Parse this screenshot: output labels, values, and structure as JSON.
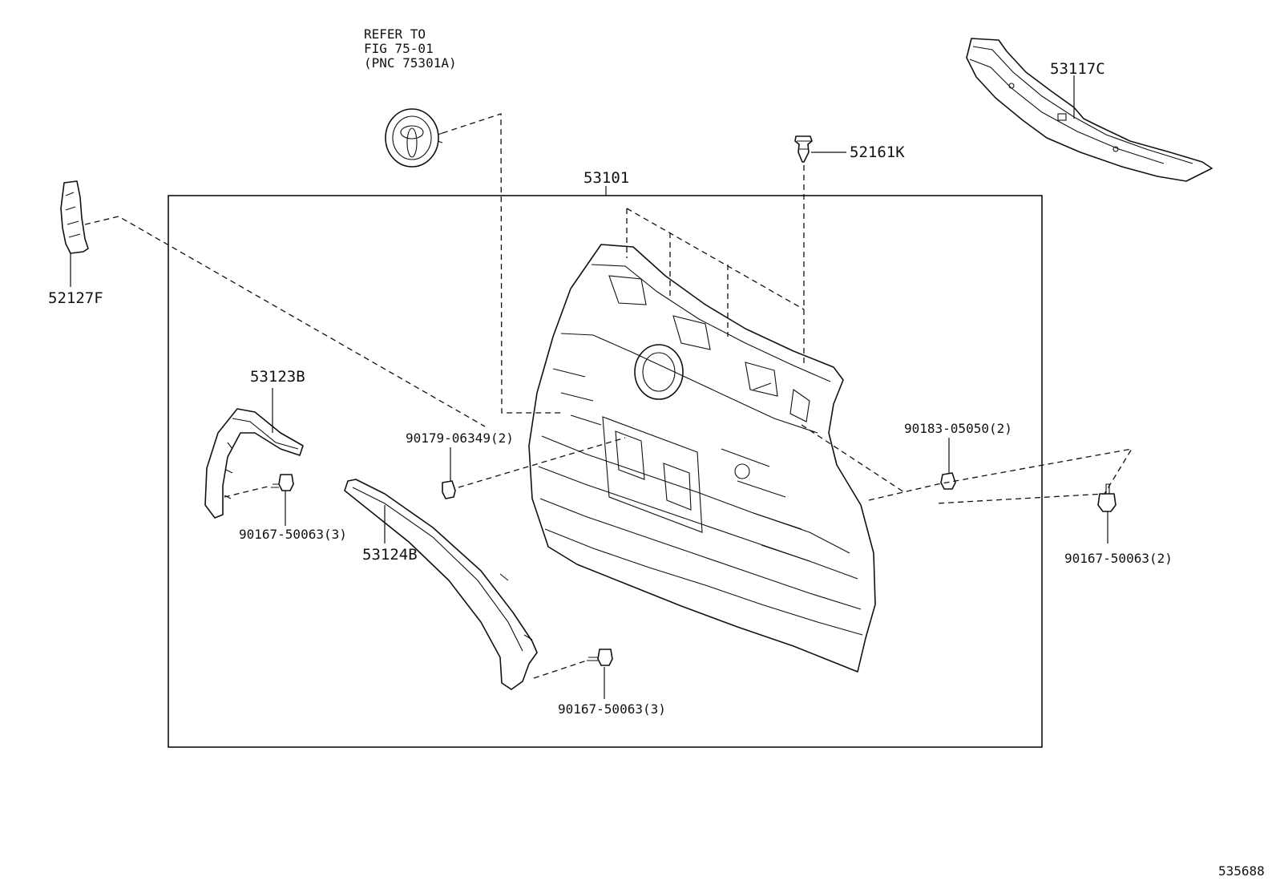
{
  "diagram": {
    "ref_note": [
      "REFER TO",
      "FIG 75-01",
      "(PNC 75301A)"
    ],
    "labels": {
      "p53101": "53101",
      "p52161K": "52161K",
      "p53117C": "53117C",
      "p52127F": "52127F",
      "p53123B": "53123B",
      "p53124B": "53124B",
      "p90179": "90179-06349(2)",
      "p90183": "90183-05050(2)",
      "p90167_left": "90167-50063(3)",
      "p90167_bottom": "90167-50063(3)",
      "p90167_right": "90167-50063(2)"
    },
    "figure_id": "535688"
  }
}
